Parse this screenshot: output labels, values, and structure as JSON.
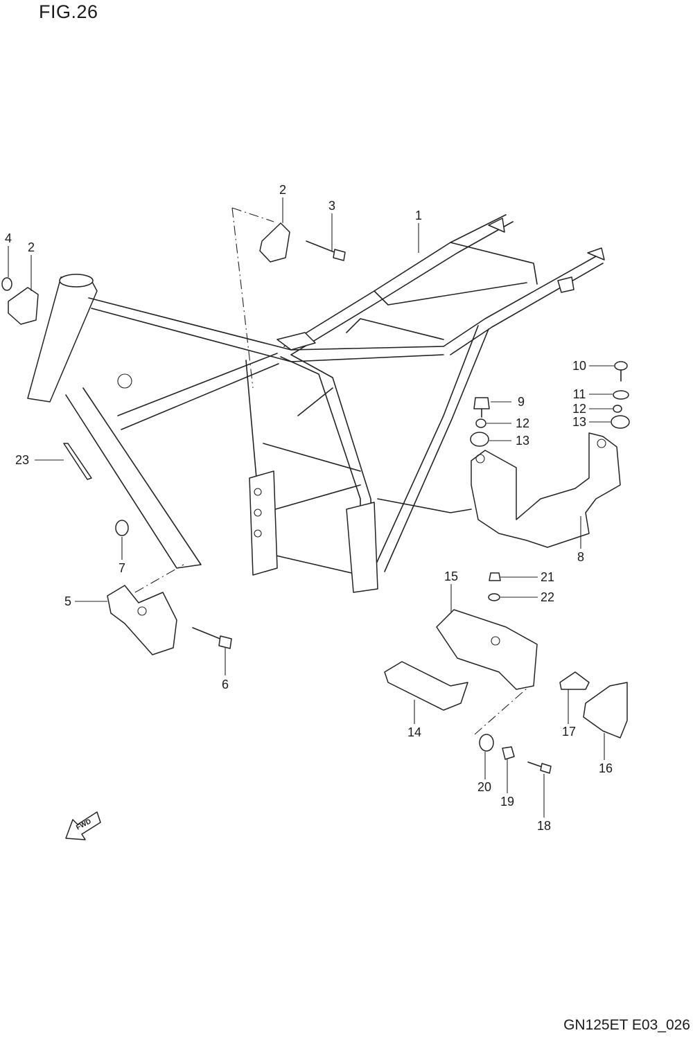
{
  "figure": {
    "title": "FIG.26",
    "code": "GN125ET E03_026"
  },
  "direction_badge": {
    "text": "FWD",
    "icon": "forward-arrow-icon"
  },
  "callouts": [
    "1",
    "2",
    "2",
    "3",
    "4",
    "5",
    "6",
    "7",
    "8",
    "9",
    "10",
    "11",
    "12",
    "12",
    "13",
    "13",
    "14",
    "15",
    "16",
    "17",
    "18",
    "19",
    "20",
    "21",
    "22",
    "23"
  ]
}
